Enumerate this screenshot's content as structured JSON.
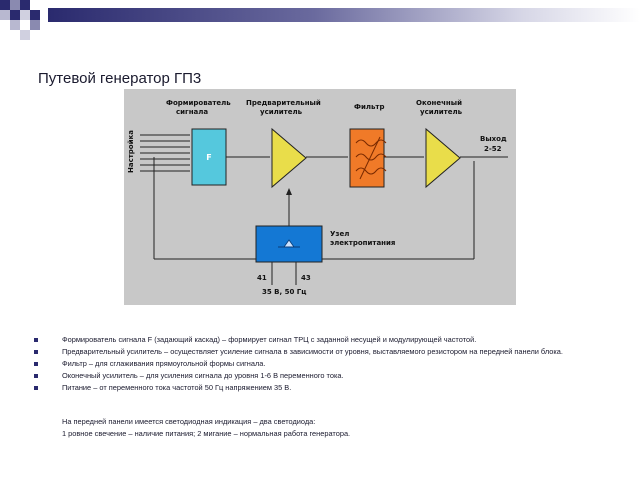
{
  "slide": {
    "title": "Путевой генератор ГП3"
  },
  "diagram": {
    "blocks": {
      "shaper_label": "Формирователь сигнала",
      "shaper_letter": "F",
      "preamp_label": "Предварительный усилитель",
      "filter_label": "Фильтр",
      "final_amp_label": "Оконечный усилитель",
      "power_label": "Узел электропитания"
    },
    "side_label": "Настройка",
    "output_label": "Выход",
    "output_value": "2-52",
    "terminal_left": "41",
    "terminal_right": "43",
    "supply_label": "35 В, 50 Гц"
  },
  "bullets": [
    "Формирователь сигнала F (задающий каскад) – формирует сигнал ТРЦ с заданной несущей и модулирующей частотой.",
    "Предварительный усилитель – осуществляет усиление сигнала в зависимости от уровня, выставляемого резистором на передней панели блока.",
    "Фильтр – для сглаживания прямоугольной формы сигнала.",
    "Оконечный усилитель – для усиления сигнала до уровня 1-6 В переменного тока.",
    "Питание – от переменного тока частотой 50 Гц напряжением 35 В."
  ],
  "notes": [
    "На передней панели имеется светодиодная индикация – два светодиода:",
    "1 ровное свечение – наличие питания; 2 мигание – нормальная работа генератора."
  ],
  "colors": {
    "diagram_bg": "#c8c8c8",
    "shaper_fill": "#55c8dd",
    "amp_fill": "#e9dd4a",
    "filter_fill": "#f07a28",
    "power_fill": "#1478d4",
    "deco_purple": "#2a2a6e"
  }
}
